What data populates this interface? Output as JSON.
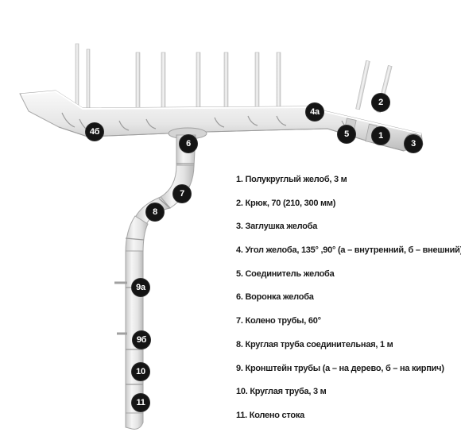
{
  "badges": {
    "b1": "1",
    "b2": "2",
    "b3": "3",
    "b4a": "4а",
    "b4b": "4б",
    "b5": "5",
    "b6": "6",
    "b7": "7",
    "b8": "8",
    "b9a": "9а",
    "b9b": "9б",
    "b10": "10",
    "b11": "11"
  },
  "legend": [
    "1. Полукруглый желоб, 3 м",
    "2. Крюк, 70 (210, 300 мм)",
    "3. Заглушка желоба",
    "4. Угол желоба, 135° ,90° (а – внутренний, б – внешний)",
    "5. Соединитель желоба",
    "6. Воронка желоба",
    "7. Колено трубы, 60°",
    "8. Круглая труба соединительная, 1 м",
    "9. Кронштейн трубы (а – на дерево, б – на кирпич)",
    "10. Круглая труба, 3 м",
    "11. Колено стока"
  ],
  "colors": {
    "metal_light": "#f2f2f2",
    "metal_mid": "#d9d9d9",
    "metal_shadow": "#b5b5b5",
    "badge_bg": "#141414",
    "badge_text": "#ffffff",
    "legend_text": "#1a1a1a"
  }
}
